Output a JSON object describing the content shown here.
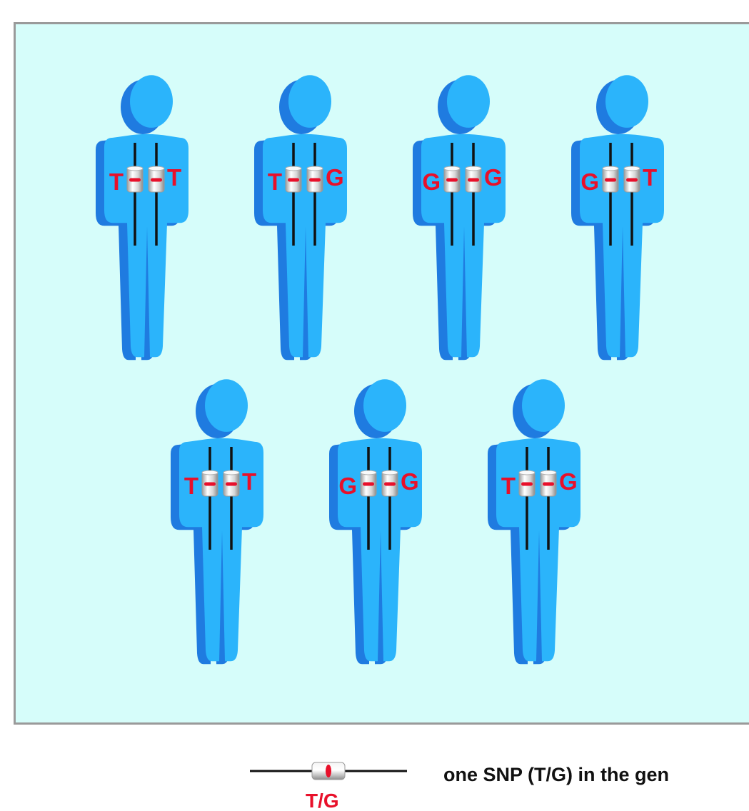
{
  "colors": {
    "background": "#ffffff",
    "panel": "#d6fdfa",
    "panel_border": "#9a9a9a",
    "person_front": "#2bb4fb",
    "person_side": "#1f7be0",
    "chromosome": "#111111",
    "allele": "#e8102a"
  },
  "people": [
    {
      "left_allele": "T",
      "right_allele": "T"
    },
    {
      "left_allele": "T",
      "right_allele": "G"
    },
    {
      "left_allele": "G",
      "right_allele": "G"
    },
    {
      "left_allele": "G",
      "right_allele": "T"
    },
    {
      "left_allele": "T",
      "right_allele": "T"
    },
    {
      "left_allele": "G",
      "right_allele": "G"
    },
    {
      "left_allele": "T",
      "right_allele": "G"
    }
  ],
  "legend": {
    "icon": "snp-marker-icon",
    "label": "T/G",
    "text": "one SNP (T/G) in the gen"
  }
}
